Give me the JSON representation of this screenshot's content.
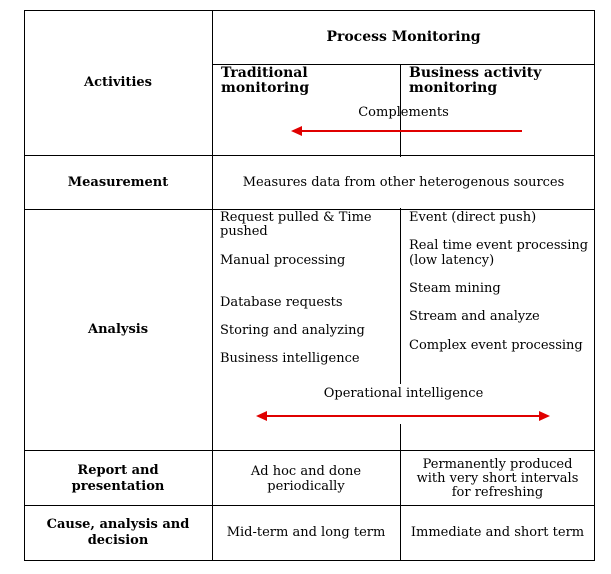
{
  "header": {
    "activities": "Activities",
    "process_monitoring": "Process Monitoring",
    "traditional_line1": "Traditional",
    "traditional_line2": "monitoring",
    "bam_line1": "Business activity",
    "bam_line2": "monitoring",
    "complements": "Complements"
  },
  "measurement": {
    "label": "Measurement",
    "text": "Measures data from other heterogenous sources"
  },
  "analysis": {
    "label": "Analysis",
    "traditional_items": [
      "Request pulled & Time",
      "pushed",
      "Manual processing",
      "Database requests",
      "Storing and analyzing",
      "Business intelligence"
    ],
    "bam_items": [
      "Event (direct push)",
      "Real time event processing",
      "(low latency)",
      "Steam mining",
      "Stream and analyze",
      "Complex event processing"
    ],
    "operational": "Operational intelligence"
  },
  "report": {
    "label_line1": "Report and",
    "label_line2": "presentation",
    "traditional_line1": "Ad hoc and done",
    "traditional_line2": "periodically",
    "bam_line1": "Permanently produced",
    "bam_line2": "with very short intervals",
    "bam_line3": "for refreshing"
  },
  "cause": {
    "label_line1": "Cause, analysis and",
    "label_line2": "decision",
    "traditional": "Mid-term and long term",
    "bam": "Immediate and short term"
  },
  "colors": {
    "arrow": "#e00000",
    "border": "#000000"
  }
}
